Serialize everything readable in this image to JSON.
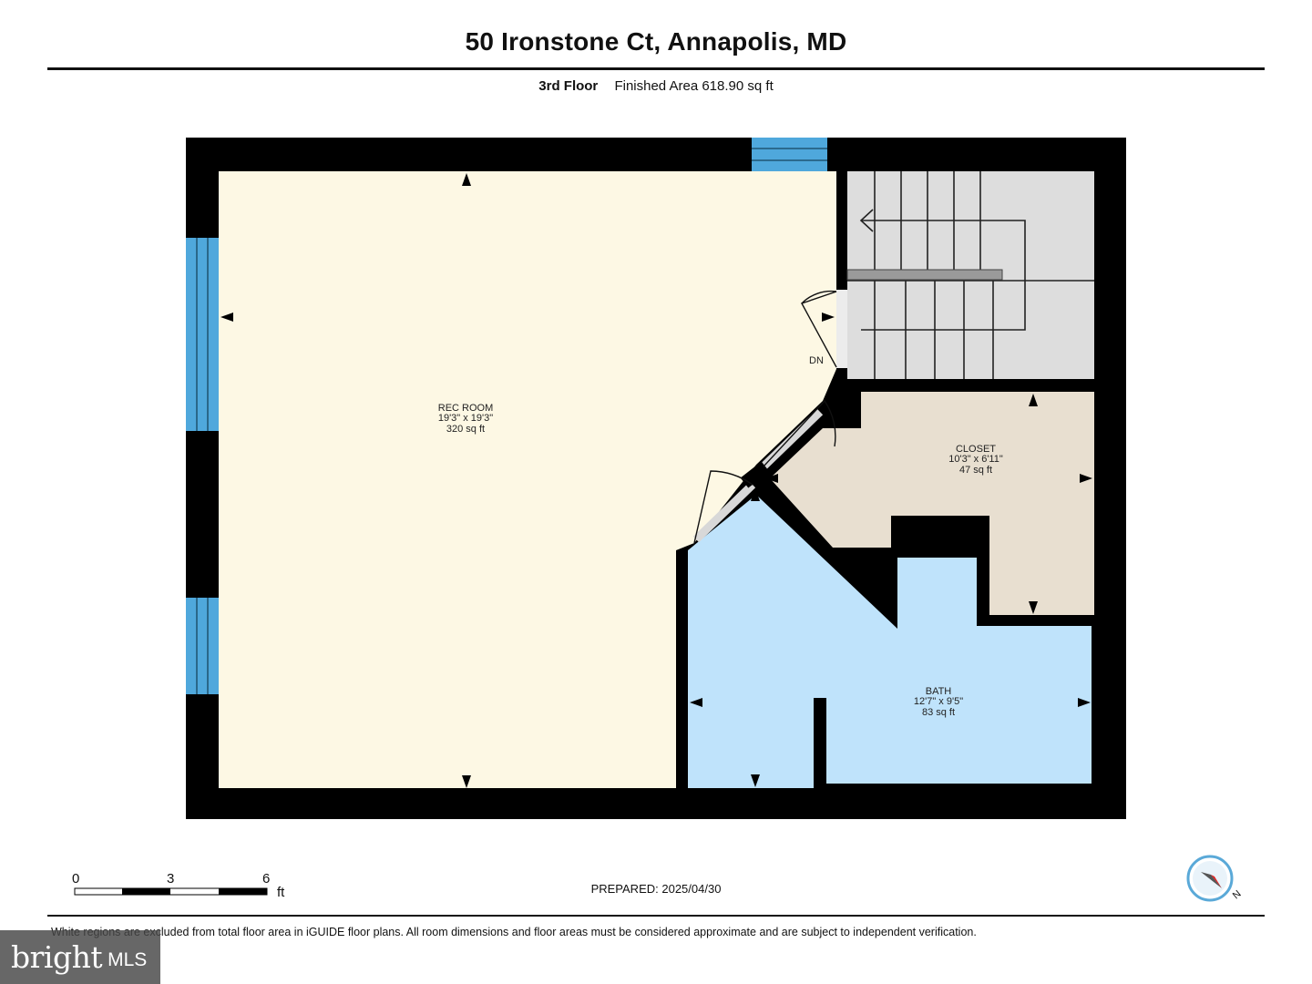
{
  "header": {
    "title": "50 Ironstone Ct, Annapolis, MD",
    "floor": "3rd Floor",
    "finished_area": "Finished Area 618.90 sq ft"
  },
  "rooms": [
    {
      "name": "REC ROOM",
      "dims": "19'3\" x 19'3\"",
      "area": "320 sq ft"
    },
    {
      "name": "CLOSET",
      "dims": "10'3\" x 6'11\"",
      "area": "47 sq ft"
    },
    {
      "name": "BATH",
      "dims": "12'7\" x 9'5\"",
      "area": "83 sq ft"
    }
  ],
  "stairs": {
    "label": "DN"
  },
  "scale": {
    "ticks": [
      "0",
      "3",
      "6"
    ],
    "unit": "ft"
  },
  "footer": {
    "prepared": "PREPARED: 2025/04/30",
    "disclaimer": "White regions are excluded from total floor area in iGUIDE floor plans. All room dimensions and floor areas must be considered approximate and are subject to independent verification."
  },
  "compass": {
    "label": "N"
  },
  "logo": {
    "brand": "bright",
    "suffix": "MLS"
  },
  "colors": {
    "rec_room": "#fdf8e4",
    "closet": "#e8dfd0",
    "bath": "#bfe3fb",
    "stairs": "#dddddd",
    "wall": "#000000",
    "window": "#4fa8dc",
    "compass_needle": "#e02020"
  }
}
